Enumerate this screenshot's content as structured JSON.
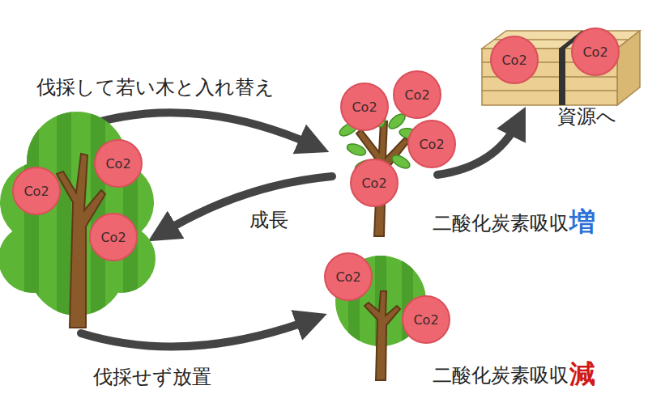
{
  "diagram": {
    "nodes": [
      {
        "text": [
          "Co2"
        ]
      },
      {
        "text": [
          "Co2"
        ]
      },
      {
        "text": [
          "Co2"
        ]
      },
      {
        "text": [
          "Co2"
        ]
      },
      {
        "text": [
          "Co2"
        ]
      },
      {
        "text": [
          "Co2"
        ]
      },
      {
        "text": [
          "Co2"
        ]
      },
      {
        "text": [
          "Co2"
        ]
      },
      {
        "text": [
          "Co2"
        ]
      },
      {
        "text": [
          "Co2"
        ]
      },
      {
        "text": [
          "Co2"
        ]
      }
    ],
    "labels": [
      "伐採して若い木と入れ替え",
      "資源へ",
      "成長",
      "二酸化炭素吸収",
      "増",
      "伐採せず放置",
      "二酸化炭素吸収",
      "減"
    ]
  }
}
